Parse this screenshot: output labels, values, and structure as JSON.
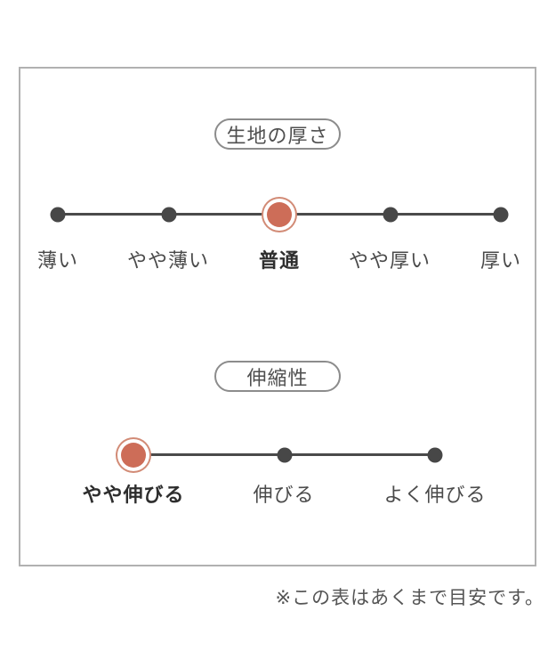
{
  "chart_data": [
    {
      "type": "rating-scale",
      "title": "生地の厚さ",
      "categories": [
        "薄い",
        "やや薄い",
        "普通",
        "やや厚い",
        "厚い"
      ],
      "levels": 5,
      "selected": "普通",
      "selected_index": 2
    },
    {
      "type": "rating-scale",
      "title": "伸縮性",
      "categories": [
        "やや伸びる",
        "伸びる",
        "よく伸びる"
      ],
      "levels": 3,
      "selected": "やや伸びる",
      "selected_index": 0
    }
  ],
  "note": "※この表はあくまで目安です。",
  "colors": {
    "accent": "#cd6d58",
    "accent_ring": "#d28b76",
    "line": "#4a4a4a",
    "dot": "#474747",
    "label_text": "#4a4a4a",
    "label_text_selected": "#2e2e2e",
    "pill_border": "#8c8c8c",
    "frame_border": "#b1b1b1"
  }
}
